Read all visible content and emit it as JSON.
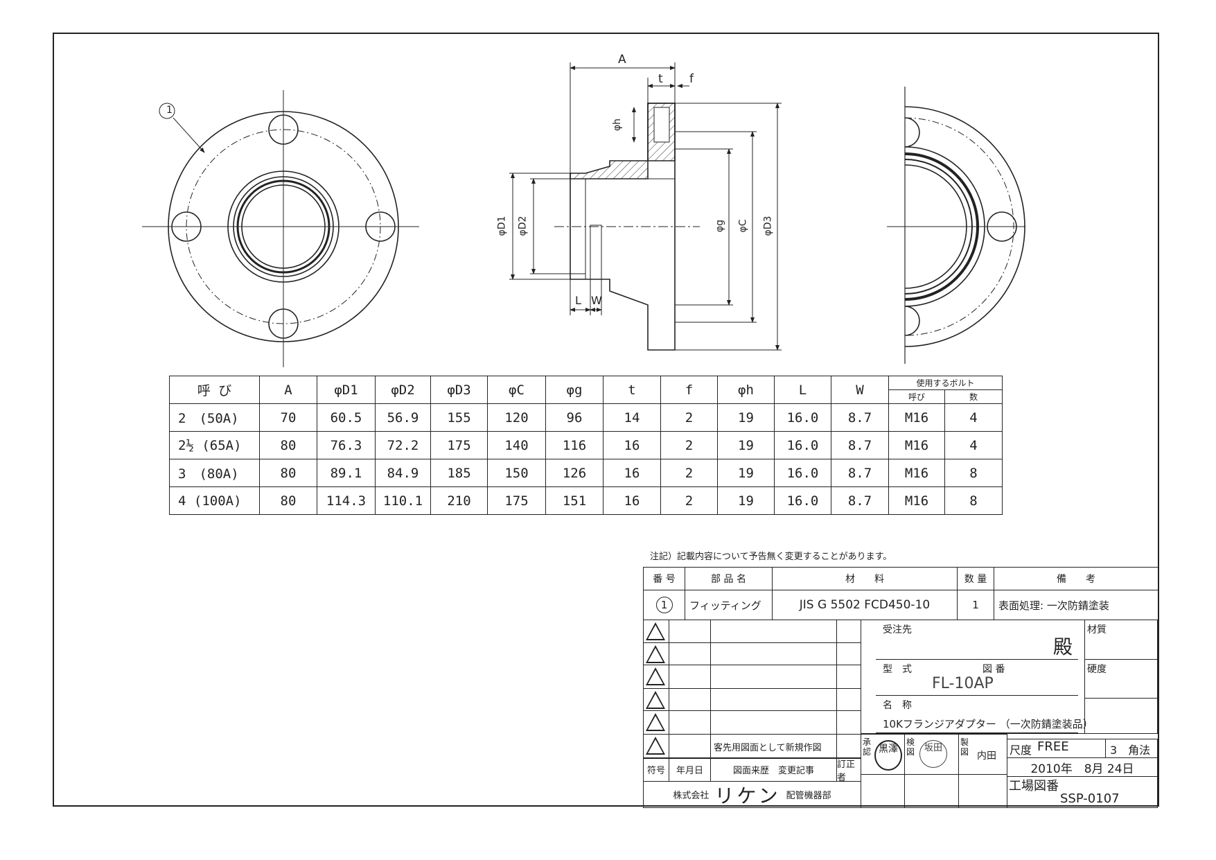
{
  "drawing": {
    "balloon": "1",
    "dims": {
      "A": "A",
      "t": "t",
      "f": "f",
      "h": "φh",
      "D1": "φD1",
      "D2": "φD2",
      "g": "φg",
      "C": "φC",
      "D3": "φD3",
      "L": "L",
      "W": "W"
    }
  },
  "spec_table": {
    "headers": [
      "呼 び",
      "A",
      "φD1",
      "φD2",
      "φD3",
      "φC",
      "φg",
      "t",
      "f",
      "φh",
      "L",
      "W"
    ],
    "bolt_group": "使用するボルト",
    "bolt_headers": [
      "呼び",
      "数"
    ],
    "rows": [
      [
        "2　(50A)",
        "70",
        "60.5",
        "56.9",
        "155",
        "120",
        "96",
        "14",
        "2",
        "19",
        "16.0",
        "8.7",
        "M16",
        "4"
      ],
      [
        "2½ (65A)",
        "80",
        "76.3",
        "72.2",
        "175",
        "140",
        "116",
        "16",
        "2",
        "19",
        "16.0",
        "8.7",
        "M16",
        "4"
      ],
      [
        "3　(80A)",
        "80",
        "89.1",
        "84.9",
        "185",
        "150",
        "126",
        "16",
        "2",
        "19",
        "16.0",
        "8.7",
        "M16",
        "8"
      ],
      [
        "4 (100A)",
        "80",
        "114.3",
        "110.1",
        "210",
        "175",
        "151",
        "16",
        "2",
        "19",
        "16.0",
        "8.7",
        "M16",
        "8"
      ]
    ]
  },
  "note": "注記）記載内容について予告無く変更することがあります。",
  "parts": {
    "headers": [
      "番 号",
      "部 品 名",
      "材　　料",
      "数 量",
      "備　　考"
    ],
    "row": [
      "1",
      "フィッティング",
      "JIS G 5502 FCD450-10",
      "1",
      "表面処理: 一次防錆塗装"
    ]
  },
  "revision": {
    "new_drawing": "客先用図面として新規作図",
    "headers": [
      "符号",
      "年月日",
      "図面来歴　変更記事",
      "訂正者"
    ],
    "company_prefix": "株式会社",
    "company_name": "リケン",
    "company_dept": "配管機器部"
  },
  "title_block": {
    "customer_label": "受注先",
    "customer_suffix": "殿",
    "model_label": "型　式",
    "drawing_no_label": "図 番",
    "model": "FL-10AP",
    "name_label": "名　称",
    "name": "10Kフランジアダプター （一次防錆塗装品）",
    "material_label": "材質",
    "hardness_label": "硬度",
    "approved_label": "承認",
    "approved_stamp": "黒澤",
    "checked_label": "検図",
    "checked_stamp": "坂田",
    "drawn_label": "製図",
    "drawn_by": "内田",
    "scale_label": "尺度",
    "scale": "FREE",
    "projection": "3　角法",
    "date": "2010年　8月 24日",
    "factory_no_label": "工場図番",
    "factory_no": "SSP-0107"
  }
}
